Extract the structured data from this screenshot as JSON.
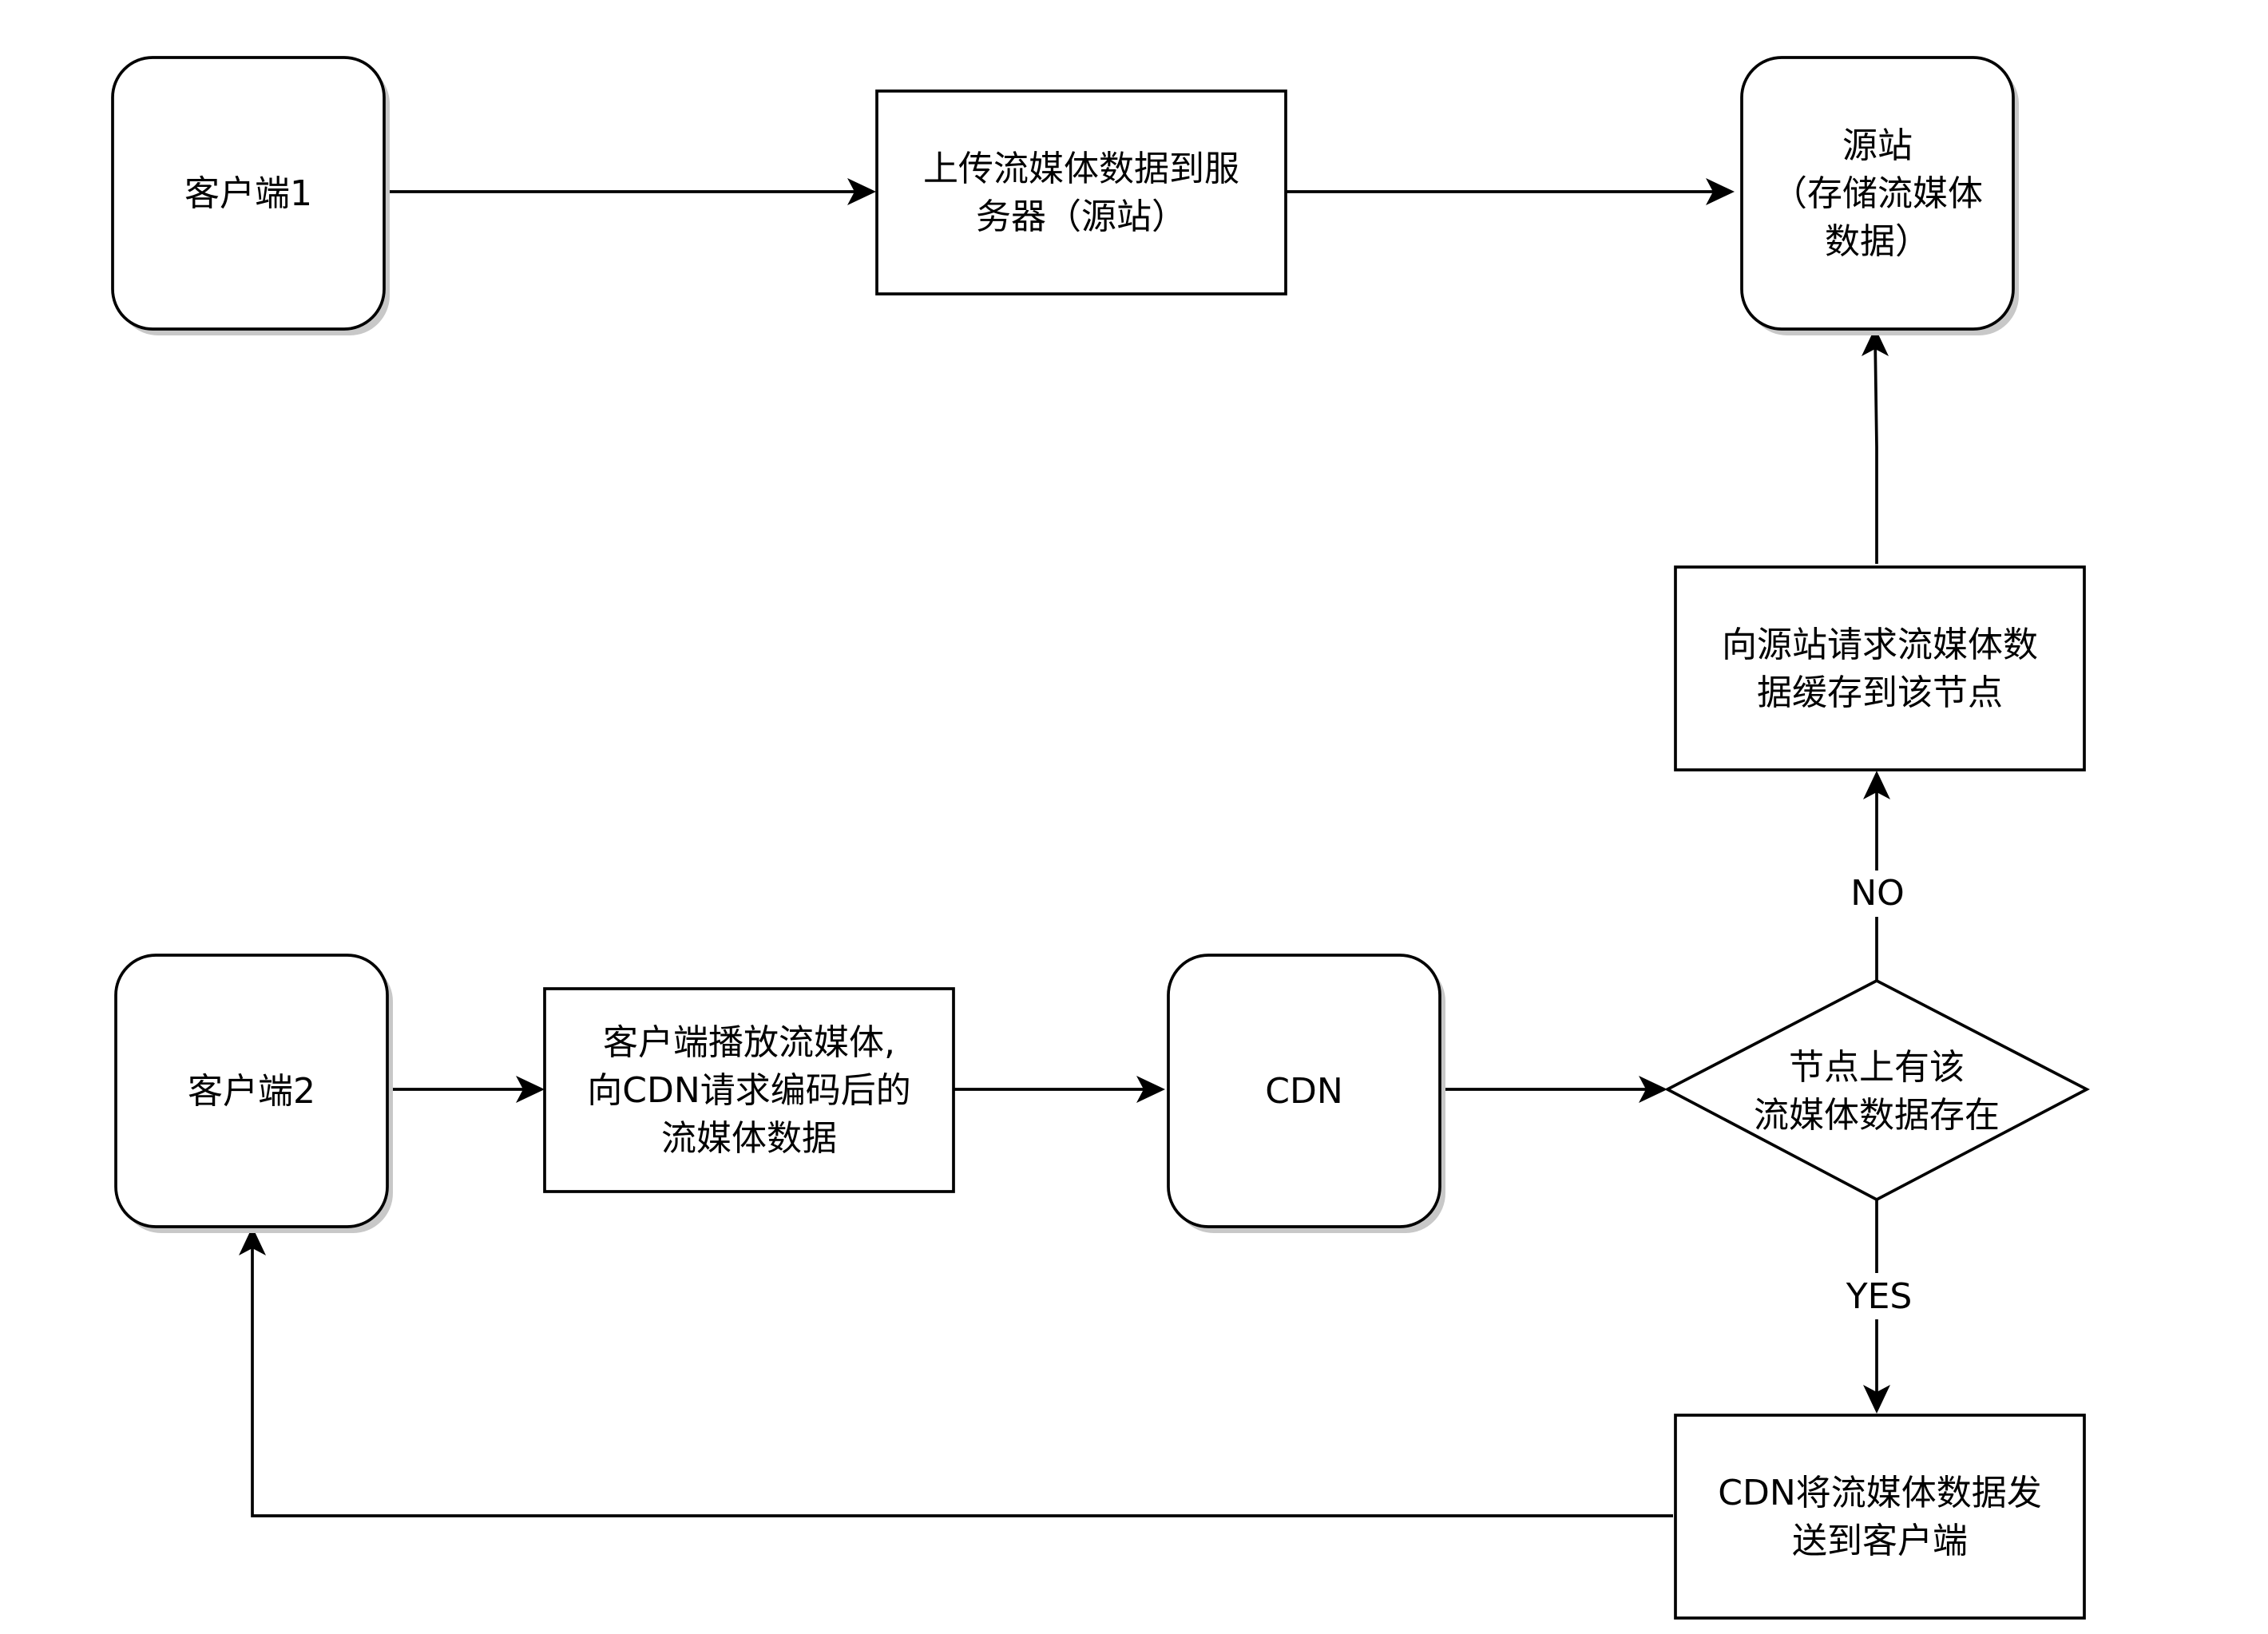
{
  "nodes": {
    "client1": {
      "lines": [
        "客户端1"
      ]
    },
    "upload": {
      "lines": [
        "上传流媒体数据到服",
        "务器（源站）"
      ]
    },
    "origin": {
      "lines": [
        "源站",
        "（存储流媒体",
        "数据）"
      ]
    },
    "request_origin": {
      "lines": [
        "向源站请求流媒体数",
        "据缓存到该节点"
      ]
    },
    "client2": {
      "lines": [
        "客户端2"
      ]
    },
    "play": {
      "lines": [
        "客户端播放流媒体,",
        "向CDN请求编码后的",
        "流媒体数据"
      ]
    },
    "cdn": {
      "lines": [
        "CDN"
      ]
    },
    "decision": {
      "lines": [
        "节点上有该",
        "流媒体数据存在"
      ]
    },
    "send": {
      "lines": [
        "CDN将流媒体数据发",
        "送到客户端"
      ]
    }
  },
  "edge_labels": {
    "no": "NO",
    "yes": "YES"
  }
}
